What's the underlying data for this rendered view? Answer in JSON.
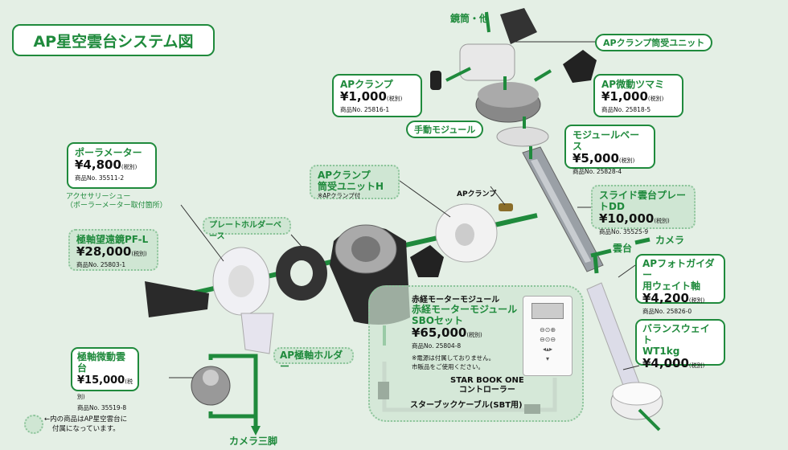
{
  "title": "AP星空雲台システム図",
  "labels": {
    "kyoto": "鏡筒・他",
    "clamp_unit": "APクランプ筒受ユニット",
    "manual_module": "手動モジュール",
    "accessory_shoe": "アクセサリーシュー",
    "accessory_shoe_sub": "（ポーラーメーター取付箇所）",
    "plate_holder_base": "プレートホルダーベース",
    "ap_clamp_small": "APクランプ",
    "unhead": "雲台",
    "camera": "カメラ",
    "ra_module": "赤経モーターモジュール",
    "polar_holder": "AP極軸ホルダー",
    "tripod": "カメラ三脚",
    "power_note_1": "※電源は付属しておりません。",
    "power_note_2": "市販品をご使用ください。",
    "controller_1": "STAR BOOK ONE",
    "controller_2": "コントローラー",
    "cable": "スターブックケーブル(SBT用)",
    "legend_1": "←内の商品はAP星空雲台に",
    "legend_2": "付属になっています。"
  },
  "tax": "(税別)",
  "products": {
    "ap_clamp": {
      "name": "APクランプ",
      "price": "¥1,000",
      "no": "商品No. 25816-1"
    },
    "ap_fine": {
      "name": "AP微動ツマミ",
      "price": "¥1,000",
      "no": "商品No. 25818-5"
    },
    "module_base": {
      "name": "モジュールベース",
      "price": "¥5,000",
      "no": "商品No. 25828-4"
    },
    "polar_meter": {
      "name": "ポーラメーター",
      "price": "¥4,800",
      "no": "商品No. 35511-2"
    },
    "clamp_unit_h": {
      "name": "APクランプ",
      "name2": "筒受ユニットH",
      "note": "※APクランプ付"
    },
    "slide_plate": {
      "name": "スライド雲台プレートDD",
      "price": "¥10,000",
      "no": "商品No. 35525-9"
    },
    "polar_scope": {
      "name": "極軸望遠鏡PF-L",
      "price": "¥28,000",
      "no": "商品No. 25803-1"
    },
    "weight_shaft": {
      "name": "APフォトガイダー",
      "name2": "用ウェイト軸",
      "price": "¥4,200",
      "no": "商品No. 25826-0"
    },
    "ra_sbo": {
      "name": "赤経モーターモジュール",
      "name2": "SBOセット",
      "price": "¥65,000",
      "no": "商品No. 25804-8"
    },
    "balance": {
      "name": "バランスウェイト",
      "name2": "WT1kg",
      "price": "¥4,000"
    },
    "polar_fine": {
      "name": "極軸微動雲台",
      "price": "¥15,000",
      "no": "商品No. 35519-8"
    }
  },
  "colors": {
    "green": "#1f8a3c",
    "bg": "#e4efe5",
    "dotted_bg": "#cfe6d3"
  }
}
